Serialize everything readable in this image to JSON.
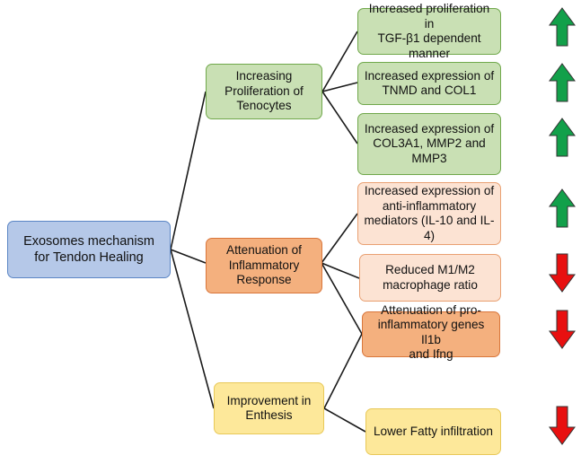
{
  "root": {
    "label": "Exosomes mechanism\nfor Tendon Healing"
  },
  "categories": [
    {
      "label": "Increasing\nProliferation of\nTenocytes",
      "color": "#c9e0b4"
    },
    {
      "label": "Attenuation of\nInflammatory\nResponse",
      "color": "#f4b07e"
    },
    {
      "label": "Improvement in\nEnthesis",
      "color": "#fde89a"
    }
  ],
  "effects": [
    {
      "label": "Increased proliferation in\nTGF-β1 dependent\nmanner",
      "direction": "up"
    },
    {
      "label": "Increased expression of\nTNMD and COL1",
      "direction": "up"
    },
    {
      "label": "Increased expression of\nCOL3A1, MMP2 and\nMMP3",
      "direction": "up"
    },
    {
      "label": "Increased expression of\nanti-inflammatory\nmediators (IL-10 and IL-4)",
      "direction": "up"
    },
    {
      "label": "Reduced M1/M2\nmacrophage ratio",
      "direction": "down"
    },
    {
      "label": "Attenuation of pro-\ninflammatory genes Il1b\nand Ifng",
      "direction": "down"
    },
    {
      "label": "Lower Fatty infiltration",
      "direction": "down"
    }
  ],
  "colors": {
    "up_arrow": "#12a04a",
    "down_arrow": "#e81010",
    "connector": "#1a1a1a"
  }
}
